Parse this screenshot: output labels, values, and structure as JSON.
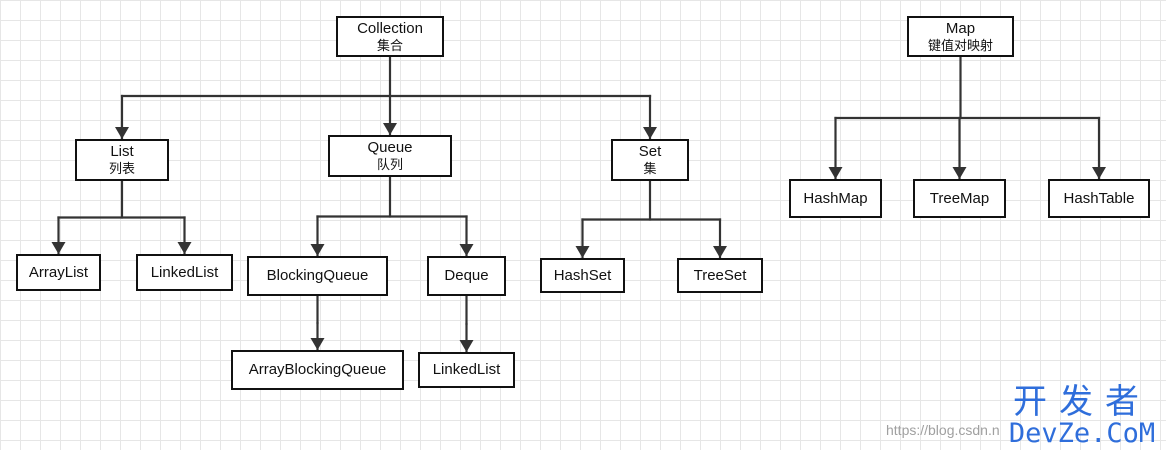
{
  "nodes": {
    "collection": {
      "label": "Collection",
      "sub": "集合"
    },
    "map": {
      "label": "Map",
      "sub": "键值对映射"
    },
    "list": {
      "label": "List",
      "sub": "列表"
    },
    "queue": {
      "label": "Queue",
      "sub": "队列"
    },
    "set": {
      "label": "Set",
      "sub": "集"
    },
    "arraylist": {
      "label": "ArrayList"
    },
    "linkedlist_list": {
      "label": "LinkedList"
    },
    "blockingqueue": {
      "label": "BlockingQueue"
    },
    "deque": {
      "label": "Deque"
    },
    "arrayblockingqueue": {
      "label": "ArrayBlockingQueue"
    },
    "linkedlist_deque": {
      "label": "LinkedList"
    },
    "hashset": {
      "label": "HashSet"
    },
    "treeset": {
      "label": "TreeSet"
    },
    "hashmap": {
      "label": "HashMap"
    },
    "treemap": {
      "label": "TreeMap"
    },
    "hashtable": {
      "label": "HashTable"
    }
  },
  "edges": [
    [
      "collection",
      "list"
    ],
    [
      "collection",
      "queue"
    ],
    [
      "collection",
      "set"
    ],
    [
      "list",
      "arraylist"
    ],
    [
      "list",
      "linkedlist_list"
    ],
    [
      "queue",
      "blockingqueue"
    ],
    [
      "queue",
      "deque"
    ],
    [
      "blockingqueue",
      "arrayblockingqueue"
    ],
    [
      "deque",
      "linkedlist_deque"
    ],
    [
      "set",
      "hashset"
    ],
    [
      "set",
      "treeset"
    ],
    [
      "map",
      "hashmap"
    ],
    [
      "map",
      "treemap"
    ],
    [
      "map",
      "hashtable"
    ]
  ],
  "watermark": {
    "url": "https://blog.csdn.n",
    "brand_cn": "开发者",
    "brand_en": "DevZe.CoM"
  }
}
